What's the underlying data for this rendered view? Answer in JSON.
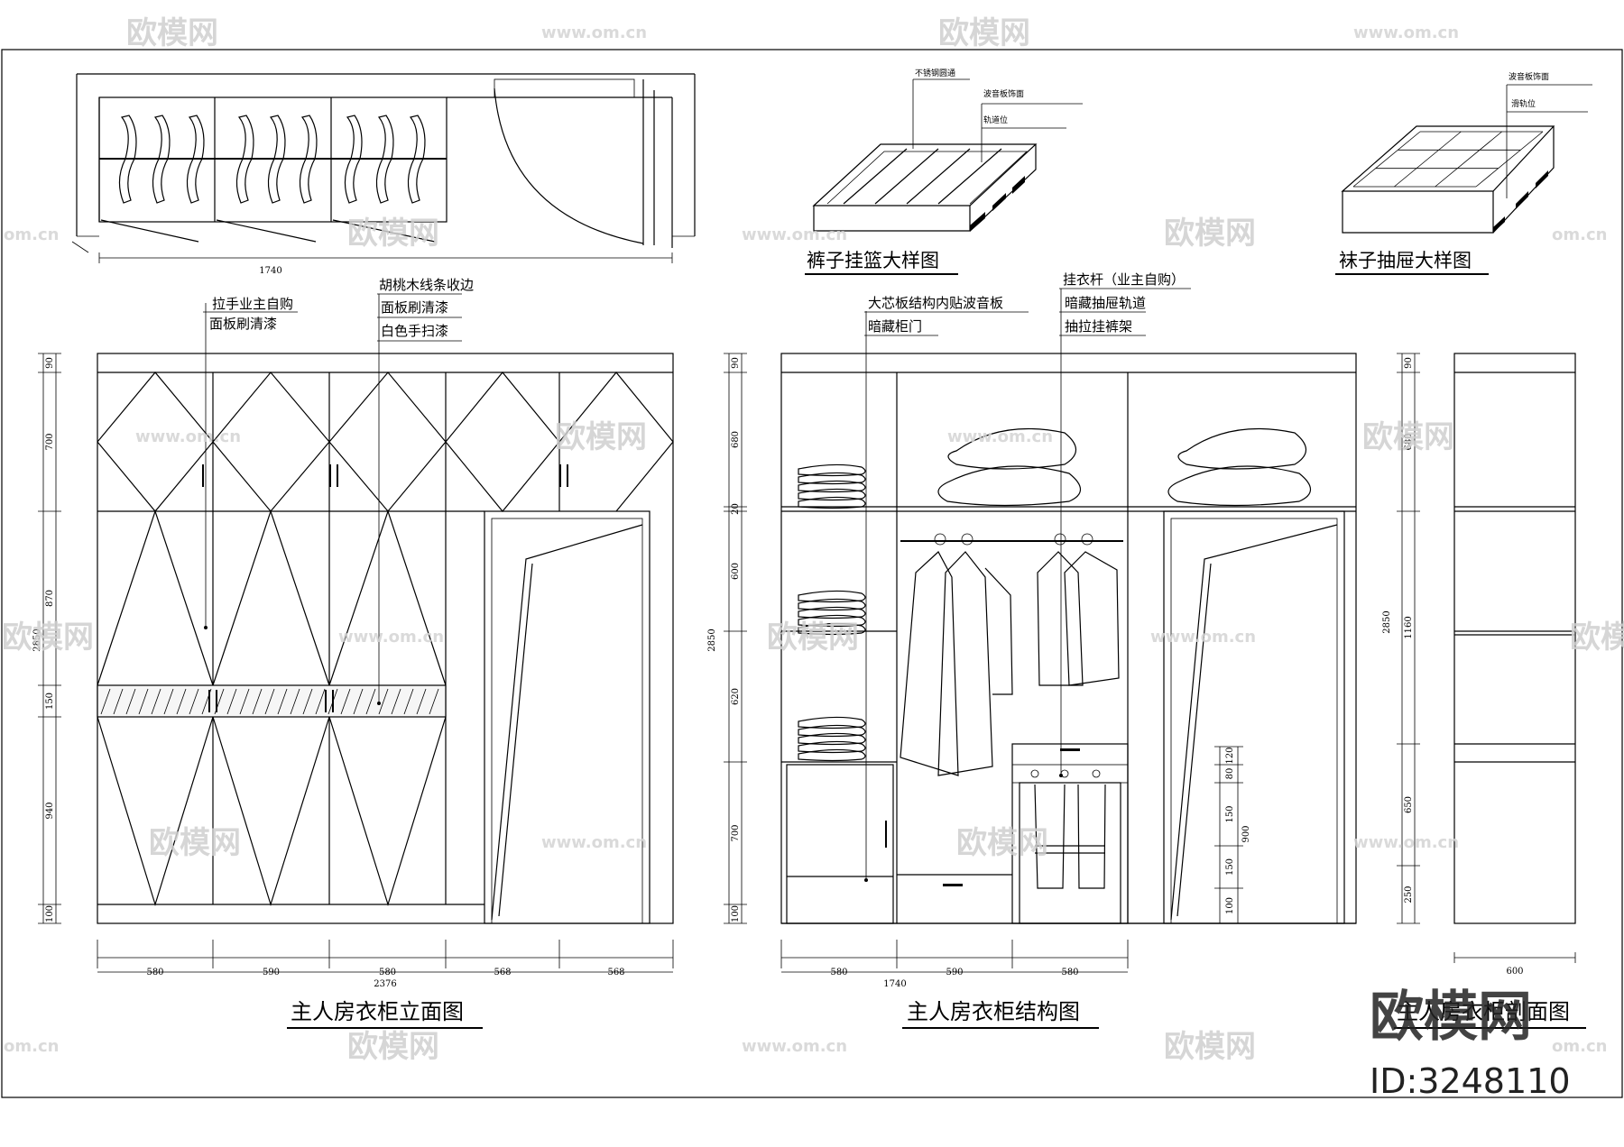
{
  "titles": {
    "elevation": "主人房衣柜立面图",
    "structure": "主人房衣柜结构图",
    "section": "主人房衣柜剖面图",
    "pants_basket": "裤子挂篮大样图",
    "sock_drawer": "袜子抽屉大样图"
  },
  "annotations": {
    "handle_1": "拉手业主自购",
    "handle_2": "面板刷清漆",
    "walnut_1": "胡桃木线条收边",
    "walnut_2": "面板刷清漆",
    "walnut_3": "白色手扫漆",
    "core_1": "大芯板结构内贴波音板",
    "core_2": "暗藏柜门",
    "rod_1": "挂衣杆（业主自购）",
    "rod_2": "暗藏抽屉轨道",
    "rod_3": "抽拉挂裤架",
    "basket_1": "不锈钢圆通",
    "basket_2": "波音板饰面",
    "basket_3": "轨道位",
    "sock_1": "波音板饰面",
    "sock_2": "滑轨位"
  },
  "dims": {
    "plan_width": "1740",
    "elev_total_h": "2850",
    "elev_left": [
      "90",
      "700",
      "870",
      "150",
      "940",
      "100"
    ],
    "elev_bottom": [
      "580",
      "590",
      "580",
      "568",
      "568"
    ],
    "elev_total_w": "2376",
    "str_left": [
      "90",
      "680",
      "20",
      "600",
      "620",
      "700",
      "100"
    ],
    "str_total_h": "2850",
    "str_bottom": [
      "580",
      "590",
      "580"
    ],
    "str_total_w": "1740",
    "str_inner": [
      "120",
      "80",
      "150",
      "150",
      "100"
    ],
    "str_inner_total": "900",
    "sec_left": [
      "90",
      "680",
      "1160",
      "650",
      "250"
    ],
    "sec_total_h": "2850",
    "sec_width": "600"
  },
  "watermark": {
    "logo": "欧模网",
    "url": "www.om.cn",
    "url_short": "om.cn",
    "id": "ID:3248110"
  }
}
